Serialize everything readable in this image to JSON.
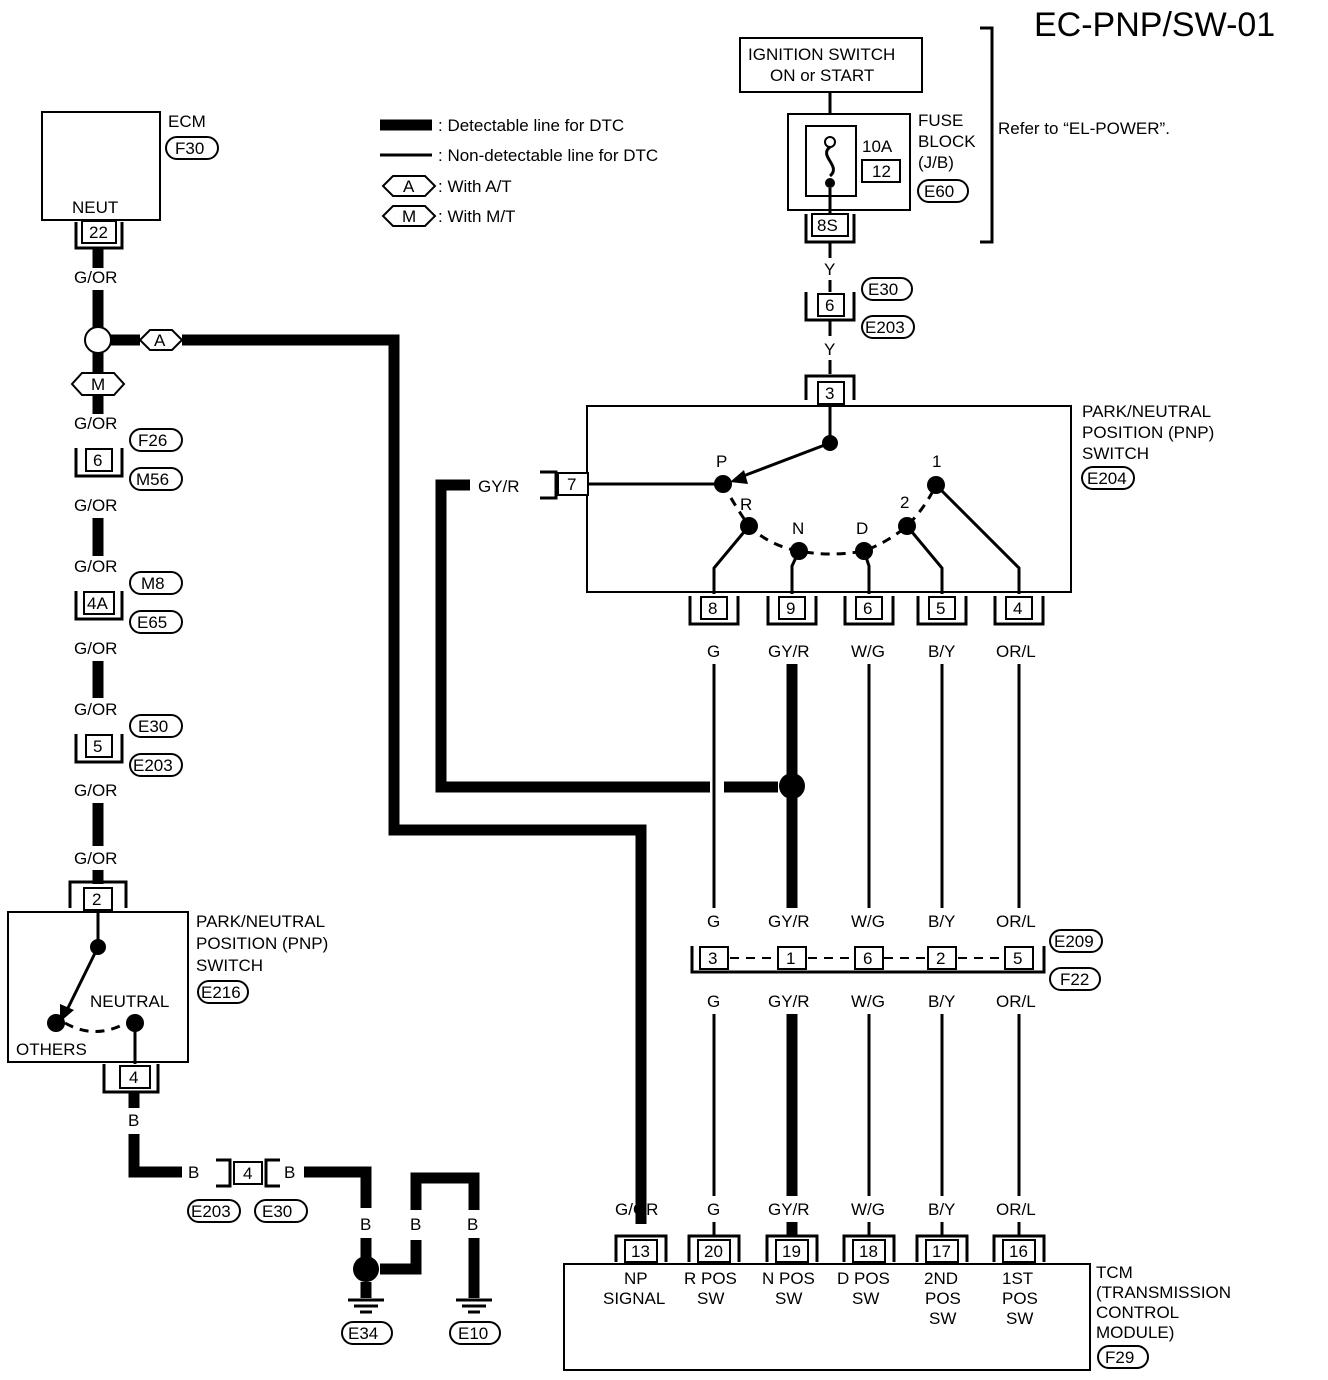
{
  "title": "EC-PNP/SW-01",
  "legend": {
    "detectable": ": Detectable line for DTC",
    "non_detectable": ": Non-detectable line for DTC",
    "at_symbol": "A",
    "at_text": ": With A/T",
    "mt_symbol": "M",
    "mt_text": ": With M/T"
  },
  "ecm": {
    "name": "ECM",
    "connector": "F30",
    "terminal_label": "NEUT",
    "terminal": "22"
  },
  "ignition": {
    "line1": "IGNITION SWITCH",
    "line2": "ON or START"
  },
  "fuse_block": {
    "line1": "FUSE",
    "line2": "BLOCK",
    "line3": "(J/B)",
    "connector": "E60",
    "amps": "10A",
    "fuse_no": "12",
    "terminal": "8S",
    "refer": "Refer to “EL-POWER”."
  },
  "left_chain": {
    "wire_goor": "G/OR",
    "wire_b": "B",
    "conn_6": "6",
    "conn_6_a": "F26",
    "conn_6_b": "M56",
    "conn_4a": "4A",
    "conn_4a_a": "M8",
    "conn_4a_b": "E65",
    "conn_5": "5",
    "conn_5_a": "E30",
    "conn_5_b": "E203",
    "conn_b4": "4",
    "conn_b4_a": "E203",
    "conn_b4_b": "E30"
  },
  "pnp_mt": {
    "line1": "PARK/NEUTRAL",
    "line2": "POSITION (PNP)",
    "line3": "SWITCH",
    "connector": "E216",
    "term_top": "2",
    "term_bottom": "4",
    "neutral": "NEUTRAL",
    "others": "OTHERS"
  },
  "grounds": {
    "g1": "E34",
    "g2": "E10"
  },
  "top_chain": {
    "wire_y": "Y",
    "conn": "6",
    "conn_a": "E30",
    "conn_b": "E203"
  },
  "pnp_at": {
    "line1": "PARK/NEUTRAL",
    "line2": "POSITION (PNP)",
    "line3": "SWITCH",
    "connector": "E204",
    "term_top": "3",
    "term_side": "7",
    "side_wire": "GY/R",
    "positions": {
      "p": "P",
      "r": "R",
      "n": "N",
      "d": "D",
      "two": "2",
      "one": "1"
    },
    "terminals": [
      "8",
      "9",
      "6",
      "5",
      "4"
    ],
    "wires": [
      "G",
      "GY/R",
      "W/G",
      "B/Y",
      "OR/L"
    ]
  },
  "mid_conn": {
    "terminals": [
      "3",
      "1",
      "6",
      "2",
      "5"
    ],
    "wires": [
      "G",
      "GY/R",
      "W/G",
      "B/Y",
      "OR/L"
    ],
    "conn_a": "E209",
    "conn_b": "F22"
  },
  "tcm": {
    "line1": "TCM",
    "line2": "(TRANSMISSION",
    "line3": "CONTROL",
    "line4": "MODULE)",
    "connector": "F29",
    "wires": [
      "G/OR",
      "G",
      "GY/R",
      "W/G",
      "B/Y",
      "OR/L"
    ],
    "terminals": [
      "13",
      "20",
      "19",
      "18",
      "17",
      "16"
    ],
    "sig1": [
      "NP",
      "SIGNAL"
    ],
    "sig2": [
      "R POS",
      "SW"
    ],
    "sig3": [
      "N POS",
      "SW"
    ],
    "sig4": [
      "D POS",
      "SW"
    ],
    "sig5": [
      "2ND",
      "POS",
      "SW"
    ],
    "sig6": [
      "1ST",
      "POS",
      "SW"
    ]
  }
}
